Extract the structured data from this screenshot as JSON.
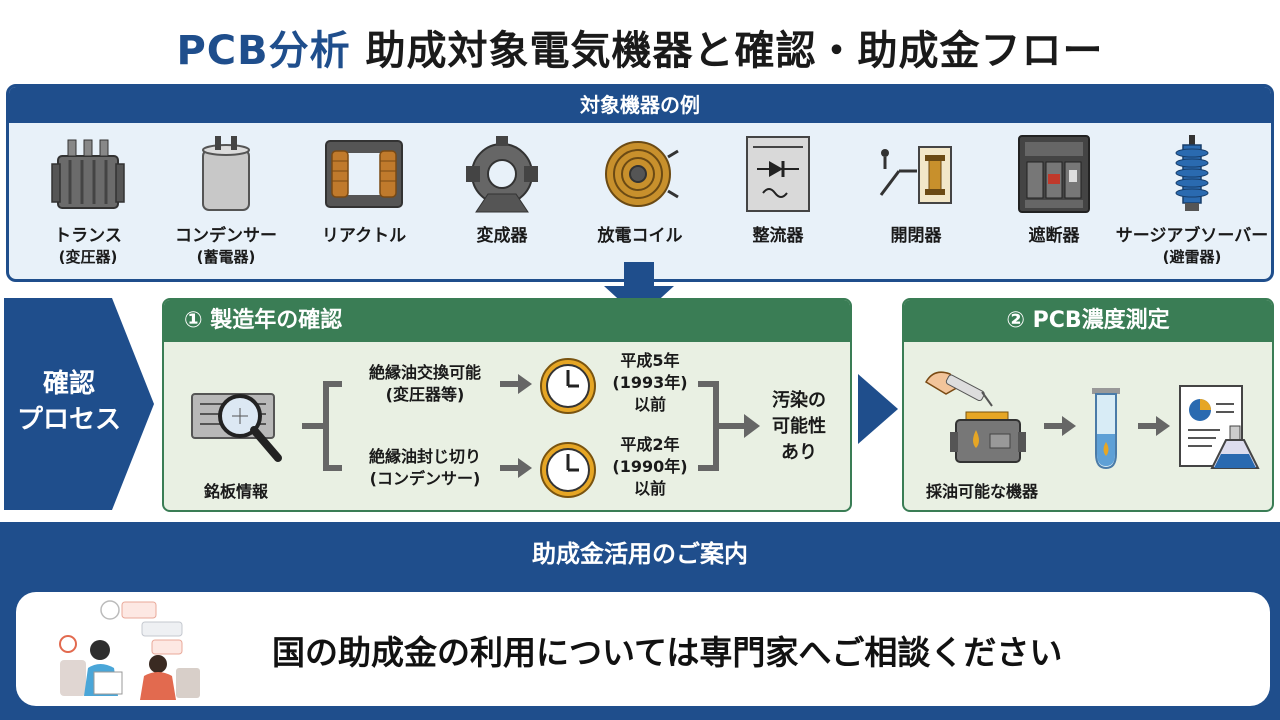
{
  "title": {
    "accent": "PCB分析",
    "main": "助成対象電気機器と確認・助成金フロー"
  },
  "equipment": {
    "header": "対象機器の例",
    "items": [
      {
        "label": "トランス",
        "sub": "(変圧器)",
        "icon": "transformer-icon"
      },
      {
        "label": "コンデンサー",
        "sub": "(蓄電器)",
        "icon": "capacitor-icon"
      },
      {
        "label": "リアクトル",
        "sub": "",
        "icon": "reactor-icon"
      },
      {
        "label": "変成器",
        "sub": "",
        "icon": "instrument-transformer-icon"
      },
      {
        "label": "放電コイル",
        "sub": "",
        "icon": "discharge-coil-icon"
      },
      {
        "label": "整流器",
        "sub": "",
        "icon": "rectifier-icon"
      },
      {
        "label": "開閉器",
        "sub": "",
        "icon": "switch-icon"
      },
      {
        "label": "遮断器",
        "sub": "",
        "icon": "circuit-breaker-icon"
      },
      {
        "label": "サージアブソーバー",
        "sub": "(避雷器)",
        "icon": "surge-absorber-icon"
      }
    ]
  },
  "process": {
    "label_line1": "確認",
    "label_line2": "プロセス"
  },
  "step1": {
    "header": "① 製造年の確認",
    "nameplate": "銘板情報",
    "branch1": {
      "line1": "絶縁油交換可能",
      "line2": "(変圧器等)"
    },
    "branch2": {
      "line1": "絶縁油封じ切り",
      "line2": "(コンデンサー)"
    },
    "year1": {
      "line1": "平成5年",
      "line2": "(1993年)",
      "line3": "以前"
    },
    "year2": {
      "line1": "平成2年",
      "line2": "(1990年)",
      "line3": "以前"
    },
    "result": {
      "line1": "汚染の",
      "line2": "可能性",
      "line3": "あり"
    }
  },
  "step2": {
    "header": "② PCB濃度測定",
    "sampling": "採油可能な機器"
  },
  "subsidy": {
    "title": "助成金活用のご案内",
    "message": "国の助成金の利用については専門家へご相談ください"
  },
  "colors": {
    "primary_blue": "#1f4e8c",
    "green": "#3a7d55",
    "light_blue_bg": "#e8f1f9",
    "light_green_bg": "#e9f0e3"
  }
}
